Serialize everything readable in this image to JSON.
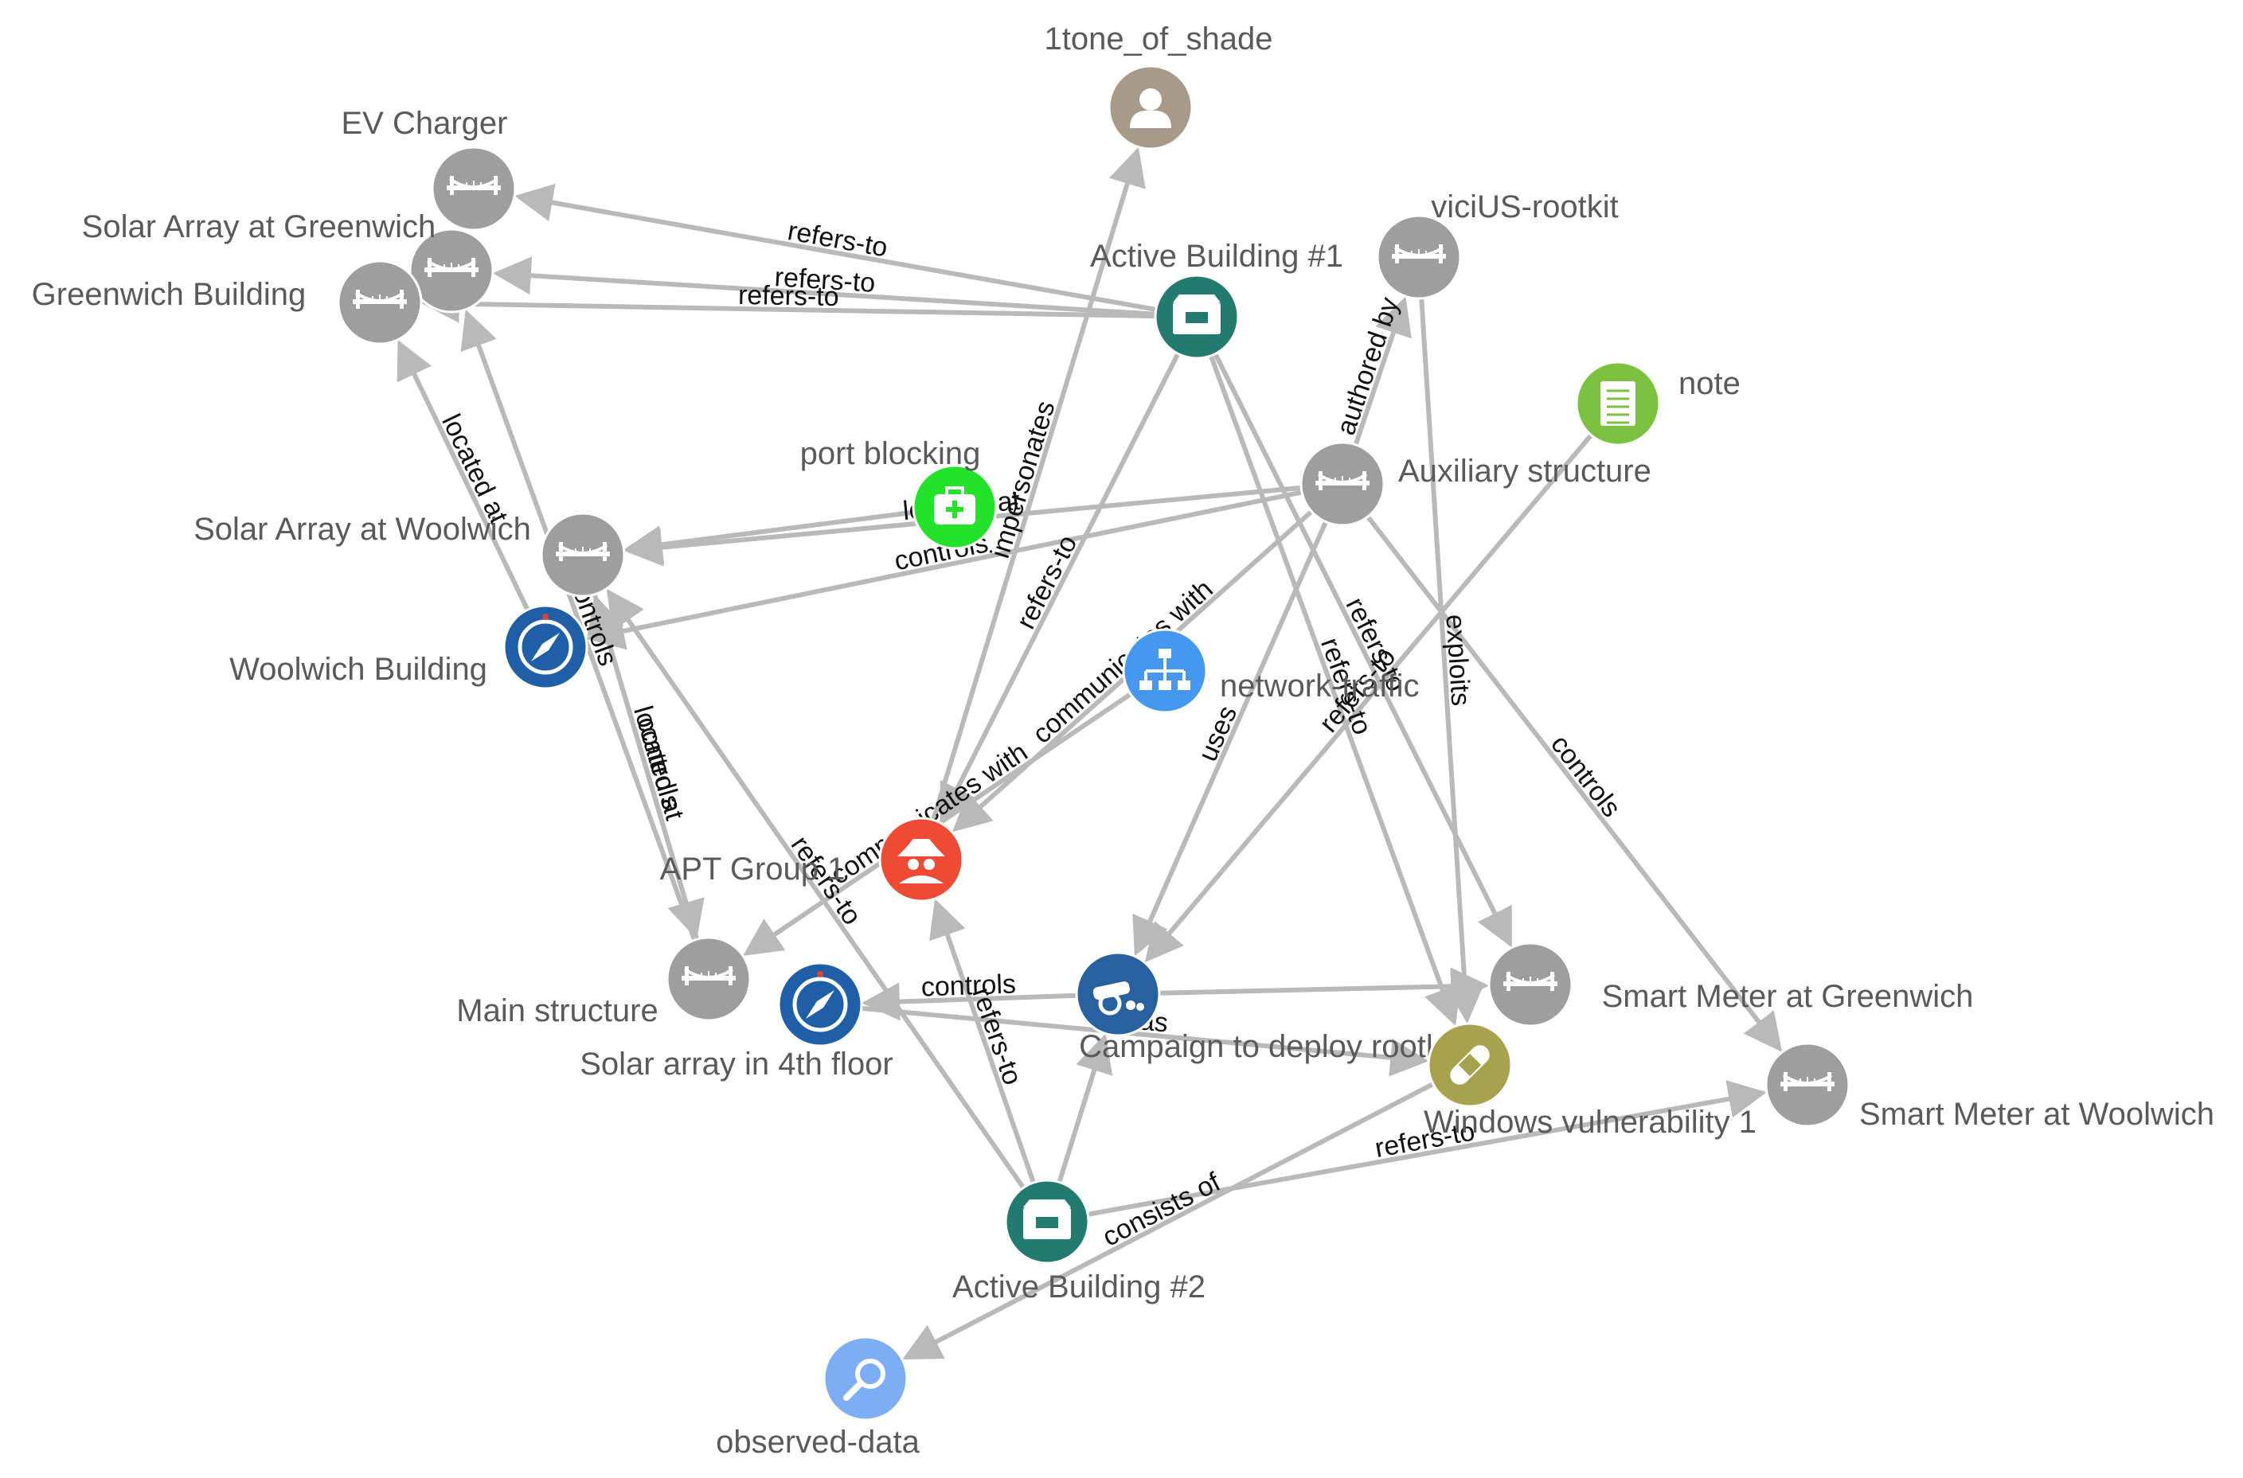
{
  "graph": {
    "nodes": [
      {
        "id": "tone",
        "label": "1tone_of_shade",
        "type": "identity",
        "icon": "person-icon",
        "color": "#a79a89"
      },
      {
        "id": "evcharger",
        "label": "EV Charger",
        "type": "infrastructure",
        "icon": "bridge-icon",
        "color": "#9e9e9e"
      },
      {
        "id": "solar_gw",
        "label": "Solar Array at Greenwich",
        "type": "infrastructure",
        "icon": "bridge-icon",
        "color": "#9e9e9e"
      },
      {
        "id": "greenwich_bldg",
        "label": "Greenwich Building",
        "type": "infrastructure",
        "icon": "bridge-icon",
        "color": "#9e9e9e"
      },
      {
        "id": "active1",
        "label": "Active Building #1",
        "type": "report",
        "icon": "stix-package-icon",
        "color": "#237a6f"
      },
      {
        "id": "vicius",
        "label": "viciUS-rootkit",
        "type": "infrastructure",
        "icon": "bridge-icon",
        "color": "#9e9e9e"
      },
      {
        "id": "note",
        "label": "note",
        "type": "note",
        "icon": "notepad-icon",
        "color": "#7bc241"
      },
      {
        "id": "port",
        "label": "port blocking",
        "type": "course-of-action",
        "icon": "first-aid-kit-icon",
        "color": "#22e22a"
      },
      {
        "id": "aux",
        "label": "Auxiliary structure",
        "type": "infrastructure",
        "icon": "bridge-icon",
        "color": "#9e9e9e"
      },
      {
        "id": "solar_ww",
        "label": "Solar Array at Woolwich",
        "type": "infrastructure",
        "icon": "bridge-icon",
        "color": "#9e9e9e"
      },
      {
        "id": "woolwich_bldg",
        "label": "Woolwich Building",
        "type": "location",
        "icon": "compass-icon",
        "color": "#1f5fa8"
      },
      {
        "id": "nettraffic",
        "label": "network-traffic",
        "type": "network-traffic",
        "icon": "network-icon",
        "color": "#4697ef"
      },
      {
        "id": "apt",
        "label": "APT Group 1",
        "type": "intrusion-set",
        "icon": "spy-icon",
        "color": "#ef4a33"
      },
      {
        "id": "main",
        "label": "Main structure",
        "type": "infrastructure",
        "icon": "bridge-icon",
        "color": "#9e9e9e"
      },
      {
        "id": "solar4",
        "label": "Solar array in 4th floor",
        "type": "location",
        "icon": "compass-icon",
        "color": "#1f5fa8"
      },
      {
        "id": "campaign",
        "label": "Campaign to deploy rootkit",
        "type": "campaign",
        "icon": "cannon-icon",
        "color": "#2860a0"
      },
      {
        "id": "meter_gw",
        "label": "Smart Meter at Greenwich",
        "type": "infrastructure",
        "icon": "bridge-icon",
        "color": "#9e9e9e"
      },
      {
        "id": "winvuln",
        "label": "Windows vulnerability 1",
        "type": "vulnerability",
        "icon": "bandaid-icon",
        "color": "#a8a24e"
      },
      {
        "id": "meter_ww",
        "label": "Smart Meter at Woolwich",
        "type": "infrastructure",
        "icon": "bridge-icon",
        "color": "#9e9e9e"
      },
      {
        "id": "active2",
        "label": "Active Building #2",
        "type": "report",
        "icon": "stix-package-icon",
        "color": "#237a6f"
      },
      {
        "id": "observed",
        "label": "observed-data",
        "type": "observed-data",
        "icon": "magnifier-icon",
        "color": "#7daef5"
      }
    ],
    "edges": [
      {
        "from": "active1",
        "to": "evcharger",
        "label": "refers-to"
      },
      {
        "from": "active1",
        "to": "solar_gw",
        "label": "refers-to"
      },
      {
        "from": "active1",
        "to": "greenwich_bldg",
        "label": "refers-to"
      },
      {
        "from": "active1",
        "to": "apt",
        "label": "refers-to"
      },
      {
        "from": "active1",
        "to": "meter_gw",
        "label": "refers-to"
      },
      {
        "from": "active1",
        "to": "winvuln",
        "label": "refers-to"
      },
      {
        "from": "solar_ww",
        "to": "main",
        "label": "located at"
      },
      {
        "from": "woolwich_bldg",
        "to": "greenwich_bldg",
        "label": "located at"
      },
      {
        "from": "port",
        "to": "solar_ww",
        "label": ""
      },
      {
        "from": "aux",
        "to": "woolwich_bldg",
        "label": "controls"
      },
      {
        "from": "aux",
        "to": "solar_ww",
        "label": "located at"
      },
      {
        "from": "aux",
        "to": "vicius",
        "label": "authored by"
      },
      {
        "from": "aux",
        "to": "meter_ww",
        "label": "controls"
      },
      {
        "from": "aux",
        "to": "campaign",
        "label": "uses"
      },
      {
        "from": "aux",
        "to": "apt",
        "label": "communicates with"
      },
      {
        "from": "apt",
        "to": "tone",
        "label": "impersonates"
      },
      {
        "from": "nettraffic",
        "to": "main",
        "label": "communicates with"
      },
      {
        "from": "vicius",
        "to": "winvuln",
        "label": "exploits"
      },
      {
        "from": "note",
        "to": "campaign",
        "label": "refers-to"
      },
      {
        "from": "main",
        "to": "solar_gw",
        "label": "controls"
      },
      {
        "from": "main",
        "to": "solar_ww",
        "label": "controls"
      },
      {
        "from": "campaign",
        "to": "solar4",
        "label": "controls"
      },
      {
        "from": "campaign",
        "to": "meter_gw",
        "label": ""
      },
      {
        "from": "solar4",
        "to": "winvuln",
        "label": "has"
      },
      {
        "from": "active2",
        "to": "solar_ww",
        "label": "refers-to"
      },
      {
        "from": "active2",
        "to": "apt",
        "label": "refers-to"
      },
      {
        "from": "active2",
        "to": "meter_ww",
        "label": "refers-to"
      },
      {
        "from": "winvuln",
        "to": "observed",
        "label": "consists of"
      },
      {
        "from": "active2",
        "to": "campaign",
        "label": ""
      }
    ]
  }
}
